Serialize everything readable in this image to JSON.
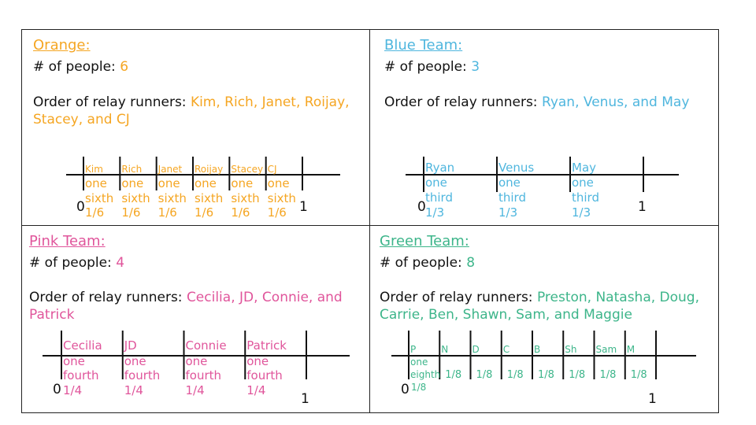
{
  "count_label": "# of people: ",
  "order_label": "Order of relay runners: ",
  "quadrants": [
    {
      "key": "orange",
      "title": "Orange:",
      "color": "#F5A623",
      "people": "6",
      "runners": "Kim, Rich, Janet, Roijay, Stacey, and CJ",
      "zero": "0",
      "one": "1",
      "segments": [
        {
          "name": "Kim",
          "word": "one",
          "unit": "sixth",
          "fraction": "1/6"
        },
        {
          "name": "Rich",
          "word": "one",
          "unit": "sixth",
          "fraction": "1/6"
        },
        {
          "name": "Janet",
          "word": "one",
          "unit": "sixth",
          "fraction": "1/6"
        },
        {
          "name": "Roijay",
          "word": "one",
          "unit": "sixth",
          "fraction": "1/6"
        },
        {
          "name": "Stacey",
          "word": "one",
          "unit": "sixth",
          "fraction": "1/6"
        },
        {
          "name": "CJ",
          "word": "one",
          "unit": "sixth",
          "fraction": "1/6"
        }
      ]
    },
    {
      "key": "blue",
      "title": "Blue Team:",
      "color": "#4FB6DE",
      "people": "3",
      "runners": "Ryan, Venus, and May",
      "zero": "0",
      "one": "1",
      "segments": [
        {
          "name": "Ryan",
          "word": "one",
          "unit": "third",
          "fraction": "1/3"
        },
        {
          "name": "Venus",
          "word": "one",
          "unit": "third",
          "fraction": "1/3"
        },
        {
          "name": "May",
          "word": "one",
          "unit": "third",
          "fraction": "1/3"
        }
      ]
    },
    {
      "key": "pink",
      "title": "Pink Team:",
      "color": "#E0559B",
      "people": "4",
      "runners": "Cecilia, JD, Connie, and Patrick",
      "zero": "0",
      "one": "1",
      "segments": [
        {
          "name": "Cecilia",
          "word": "one",
          "unit": "fourth",
          "fraction": "1/4"
        },
        {
          "name": "JD",
          "word": "one",
          "unit": "fourth",
          "fraction": "1/4"
        },
        {
          "name": "Connie",
          "word": "one",
          "unit": "fourth",
          "fraction": "1/4"
        },
        {
          "name": "Patrick",
          "word": "one",
          "unit": "fourth",
          "fraction": "1/4"
        }
      ]
    },
    {
      "key": "green",
      "title": "Green Team:",
      "color": "#3DB58A",
      "people": "8",
      "runners": "Preston, Natasha, Doug, Carrie, Ben, Shawn, Sam, and Maggie",
      "zero": "0",
      "one": "1",
      "segments": [
        {
          "name": "P",
          "word": "one",
          "unit": "eighth",
          "fraction": "1/8"
        },
        {
          "name": "N",
          "fraction": "1/8"
        },
        {
          "name": "D",
          "fraction": "1/8"
        },
        {
          "name": "C",
          "fraction": "1/8"
        },
        {
          "name": "B",
          "fraction": "1/8"
        },
        {
          "name": "Sh",
          "fraction": "1/8"
        },
        {
          "name": "Sam",
          "fraction": "1/8"
        },
        {
          "name": "M",
          "fraction": "1/8"
        }
      ]
    }
  ]
}
